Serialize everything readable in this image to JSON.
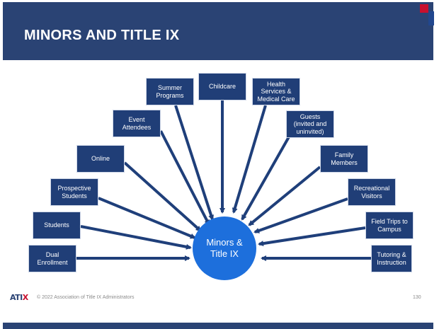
{
  "slide": {
    "title": "MINORS AND TITLE IX",
    "center_label_line1": "Minors &",
    "center_label_line2": "Title IX",
    "logo_text_main": "ATI",
    "logo_text_accent": "X",
    "copyright": "© 2022 Association of Title IX Administrators",
    "page_number": "130"
  },
  "nodes": [
    {
      "id": "dual-enrollment",
      "text": "Dual\nEnrollment"
    },
    {
      "id": "students",
      "text": "Students"
    },
    {
      "id": "prospective-students",
      "text": "Prospective\nStudents"
    },
    {
      "id": "online",
      "text": "Online"
    },
    {
      "id": "event-attendees",
      "text": "Event\nAttendees"
    },
    {
      "id": "summer-programs",
      "text": "Summer\nPrograms"
    },
    {
      "id": "childcare",
      "text": "Childcare"
    },
    {
      "id": "health-services",
      "text": "Health\nServices &\nMedical Care"
    },
    {
      "id": "guests",
      "text": "Guests\n(invited and\nuninvited)"
    },
    {
      "id": "family-members",
      "text": "Family\nMembers"
    },
    {
      "id": "recreational-visitors",
      "text": "Recreational\nVisitors"
    },
    {
      "id": "field-trips",
      "text": "Field Trips to\nCampus"
    },
    {
      "id": "tutoring",
      "text": "Tutoring &\nInstruction"
    }
  ],
  "colors": {
    "header": "#2a4374",
    "node": "#203e77",
    "center": "#1d6fdc",
    "arrow": "#1f3f7a",
    "accent_red": "#c8102e"
  }
}
